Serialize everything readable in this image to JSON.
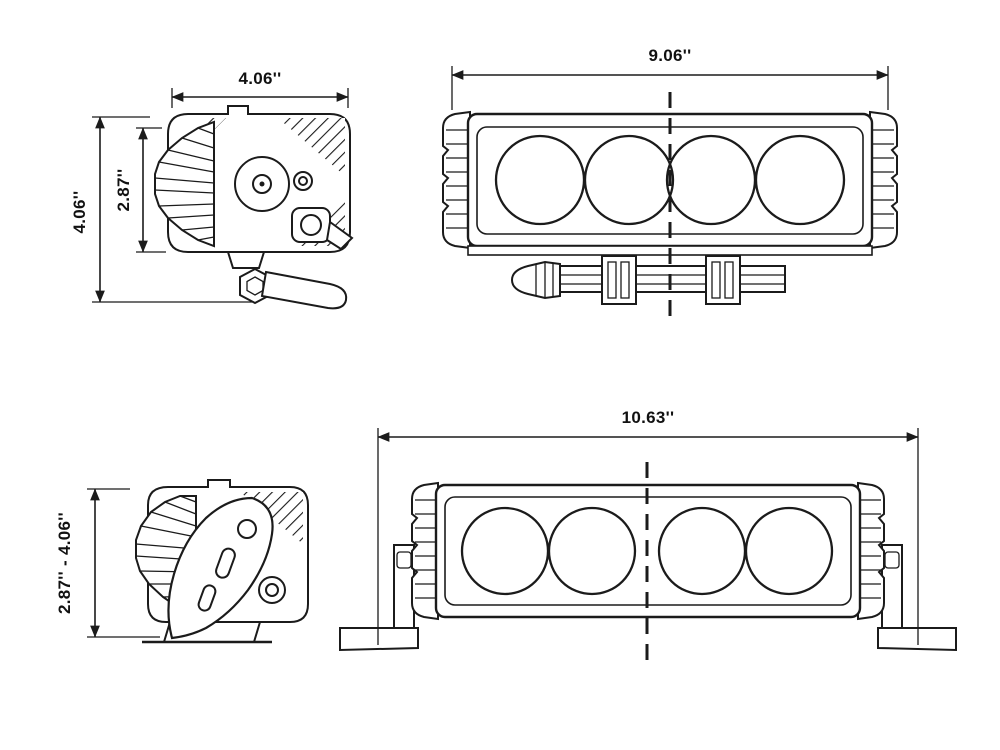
{
  "colors": {
    "background": "#ffffff",
    "ink": "#1b1b1b"
  },
  "dimensions": {
    "top_left_width": "4.06''",
    "top_left_lens_height": "2.87''",
    "top_left_overall_height": "4.06''",
    "top_right_width": "9.06''",
    "bottom_left_height_range": "2.87'' - 4.06''",
    "bottom_right_width": "10.63''"
  }
}
